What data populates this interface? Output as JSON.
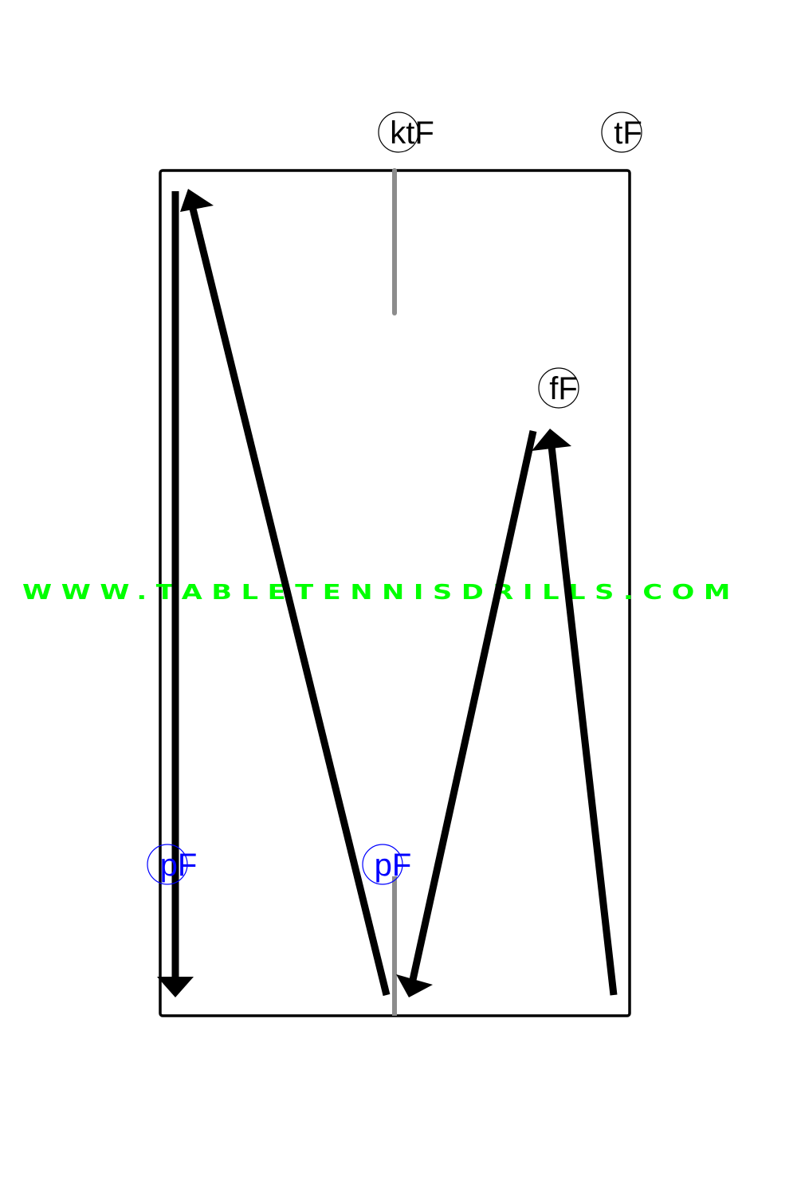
{
  "labels": {
    "top_middle": "ktF",
    "top_right": "tF",
    "middle_right": "fF",
    "bottom_left": "pF",
    "bottom_middle": "pF"
  },
  "watermark": "WWW.TABLETENNISDRILLS.COM",
  "colors": {
    "table_outline": "#000000",
    "center_line": "#8c8c8c",
    "arrow": "#000000",
    "label_black": "#000000",
    "label_blue": "#0000ff",
    "watermark": "#00ff00"
  }
}
